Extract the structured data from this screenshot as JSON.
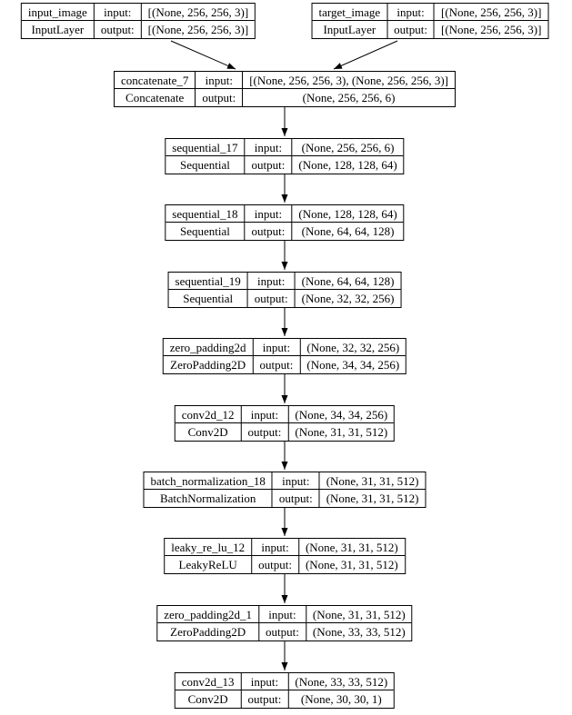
{
  "diagram": {
    "kind": "keras-model-architecture-graph",
    "background_color": "#ffffff",
    "node_border_color": "#000000",
    "text_color": "#000000"
  },
  "nodes": [
    {
      "id": "input_image",
      "name": "input_image",
      "class_name": "InputLayer",
      "input_label": "input:",
      "output_label": "output:",
      "input_shape": "[(None, 256, 256, 3)]",
      "output_shape": "[(None, 256, 256, 3)]"
    },
    {
      "id": "target_image",
      "name": "target_image",
      "class_name": "InputLayer",
      "input_label": "input:",
      "output_label": "output:",
      "input_shape": "[(None, 256, 256, 3)]",
      "output_shape": "[(None, 256, 256, 3)]"
    },
    {
      "id": "concatenate_7",
      "name": "concatenate_7",
      "class_name": "Concatenate",
      "input_label": "input:",
      "output_label": "output:",
      "input_shape": "[(None, 256, 256, 3), (None, 256, 256, 3)]",
      "output_shape": "(None, 256, 256, 6)"
    },
    {
      "id": "sequential_17",
      "name": "sequential_17",
      "class_name": "Sequential",
      "input_label": "input:",
      "output_label": "output:",
      "input_shape": "(None, 256, 256, 6)",
      "output_shape": "(None, 128, 128, 64)"
    },
    {
      "id": "sequential_18",
      "name": "sequential_18",
      "class_name": "Sequential",
      "input_label": "input:",
      "output_label": "output:",
      "input_shape": "(None, 128, 128, 64)",
      "output_shape": "(None, 64, 64, 128)"
    },
    {
      "id": "sequential_19",
      "name": "sequential_19",
      "class_name": "Sequential",
      "input_label": "input:",
      "output_label": "output:",
      "input_shape": "(None, 64, 64, 128)",
      "output_shape": "(None, 32, 32, 256)"
    },
    {
      "id": "zero_padding2d",
      "name": "zero_padding2d",
      "class_name": "ZeroPadding2D",
      "input_label": "input:",
      "output_label": "output:",
      "input_shape": "(None, 32, 32, 256)",
      "output_shape": "(None, 34, 34, 256)"
    },
    {
      "id": "conv2d_12",
      "name": "conv2d_12",
      "class_name": "Conv2D",
      "input_label": "input:",
      "output_label": "output:",
      "input_shape": "(None, 34, 34, 256)",
      "output_shape": "(None, 31, 31, 512)"
    },
    {
      "id": "batch_normalization_18",
      "name": "batch_normalization_18",
      "class_name": "BatchNormalization",
      "input_label": "input:",
      "output_label": "output:",
      "input_shape": "(None, 31, 31, 512)",
      "output_shape": "(None, 31, 31, 512)"
    },
    {
      "id": "leaky_re_lu_12",
      "name": "leaky_re_lu_12",
      "class_name": "LeakyReLU",
      "input_label": "input:",
      "output_label": "output:",
      "input_shape": "(None, 31, 31, 512)",
      "output_shape": "(None, 31, 31, 512)"
    },
    {
      "id": "zero_padding2d_1",
      "name": "zero_padding2d_1",
      "class_name": "ZeroPadding2D",
      "input_label": "input:",
      "output_label": "output:",
      "input_shape": "(None, 31, 31, 512)",
      "output_shape": "(None, 33, 33, 512)"
    },
    {
      "id": "conv2d_13",
      "name": "conv2d_13",
      "class_name": "Conv2D",
      "input_label": "input:",
      "output_label": "output:",
      "input_shape": "(None, 33, 33, 512)",
      "output_shape": "(None, 30, 30, 1)"
    }
  ],
  "edges": [
    {
      "from": "input_image",
      "to": "concatenate_7"
    },
    {
      "from": "target_image",
      "to": "concatenate_7"
    },
    {
      "from": "concatenate_7",
      "to": "sequential_17"
    },
    {
      "from": "sequential_17",
      "to": "sequential_18"
    },
    {
      "from": "sequential_18",
      "to": "sequential_19"
    },
    {
      "from": "sequential_19",
      "to": "zero_padding2d"
    },
    {
      "from": "zero_padding2d",
      "to": "conv2d_12"
    },
    {
      "from": "conv2d_12",
      "to": "batch_normalization_18"
    },
    {
      "from": "batch_normalization_18",
      "to": "leaky_re_lu_12"
    },
    {
      "from": "leaky_re_lu_12",
      "to": "zero_padding2d_1"
    },
    {
      "from": "zero_padding2d_1",
      "to": "conv2d_13"
    }
  ]
}
